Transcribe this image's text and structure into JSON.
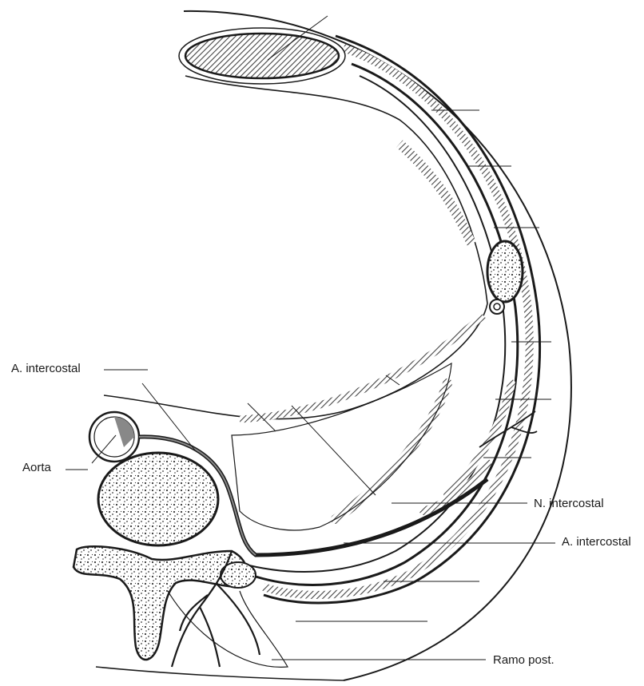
{
  "labels": {
    "a_intercostal_top": "A. intercostal",
    "aorta": "Aorta",
    "n_intercostal": "N. intercostal",
    "a_intercostal_bottom": "A. intercostal",
    "ramo_post": "Ramo post."
  },
  "colors": {
    "ink": "#1a1a1a",
    "hatch": "#555555",
    "background": "#ffffff"
  }
}
